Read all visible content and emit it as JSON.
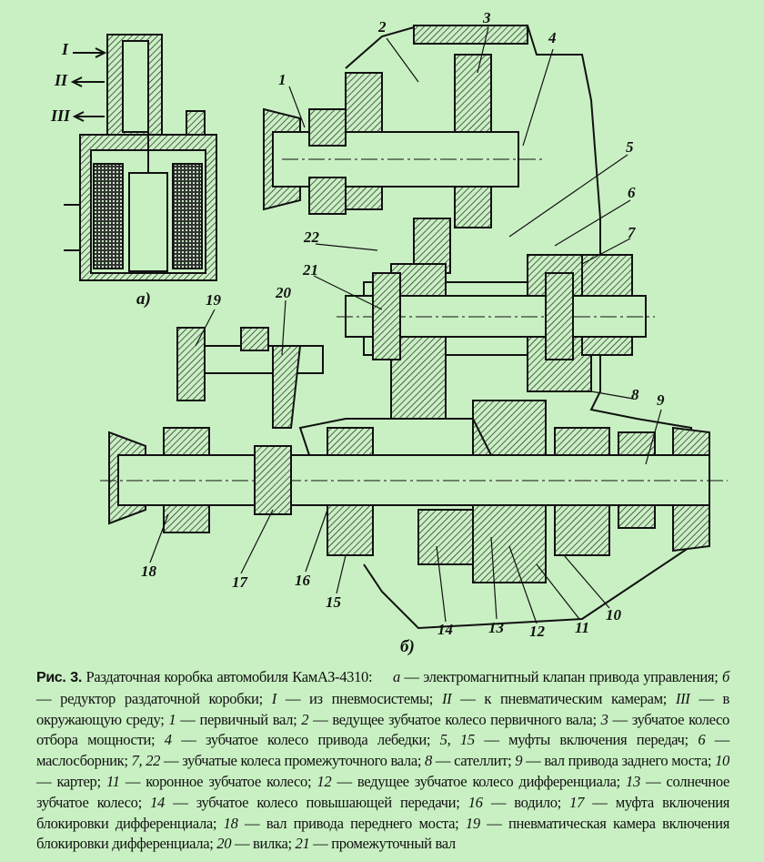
{
  "figure": {
    "part_labels": {
      "a": "а)",
      "b": "б)"
    },
    "flow_labels": [
      "I",
      "II",
      "III"
    ],
    "callouts": [
      "1",
      "2",
      "3",
      "4",
      "5",
      "6",
      "7",
      "8",
      "9",
      "10",
      "11",
      "12",
      "13",
      "14",
      "15",
      "16",
      "17",
      "18",
      "19",
      "20",
      "21",
      "22"
    ]
  },
  "caption": {
    "fig_label": "Рис. 3.",
    "title": "Раздаточная коробка автомобиля КамАЗ-4310:",
    "items": [
      {
        "key": "а",
        "text": "электромагнитный клапан привода управления"
      },
      {
        "key": "б",
        "text": "редуктор раздаточной коробки"
      },
      {
        "key": "I",
        "text": "из пневмосистемы"
      },
      {
        "key": "II",
        "text": "к пневматическим камерам"
      },
      {
        "key": "III",
        "text": "в окружающую среду"
      },
      {
        "key": "1",
        "text": "первичный вал"
      },
      {
        "key": "2",
        "text": "ведущее зубчатое колесо первичного вала"
      },
      {
        "key": "3",
        "text": "зубчатое колесо отбора мощности"
      },
      {
        "key": "4",
        "text": "зубчатое колесо привода лебедки"
      },
      {
        "key": "5, 15",
        "text": "муфты включения передач"
      },
      {
        "key": "6",
        "text": "маслосборник"
      },
      {
        "key": "7, 22",
        "text": "зубчатые колеса промежуточного вала"
      },
      {
        "key": "8",
        "text": "сателлит"
      },
      {
        "key": "9",
        "text": "вал привода заднего моста"
      },
      {
        "key": "10",
        "text": "картер"
      },
      {
        "key": "11",
        "text": "коронное зубчатое колесо"
      },
      {
        "key": "12",
        "text": "ведущее зубчатое колесо дифференциала"
      },
      {
        "key": "13",
        "text": "солнечное зубчатое колесо"
      },
      {
        "key": "14",
        "text": "зубчатое колесо повышающей передачи"
      },
      {
        "key": "16",
        "text": "водило"
      },
      {
        "key": "17",
        "text": "муфта включения блокировки дифференциала"
      },
      {
        "key": "18",
        "text": "вал привода переднего моста"
      },
      {
        "key": "19",
        "text": "пневматическая камера включения блокировки дифференциала"
      },
      {
        "key": "20",
        "text": "вилка"
      },
      {
        "key": "21",
        "text": "промежуточный вал"
      }
    ]
  }
}
